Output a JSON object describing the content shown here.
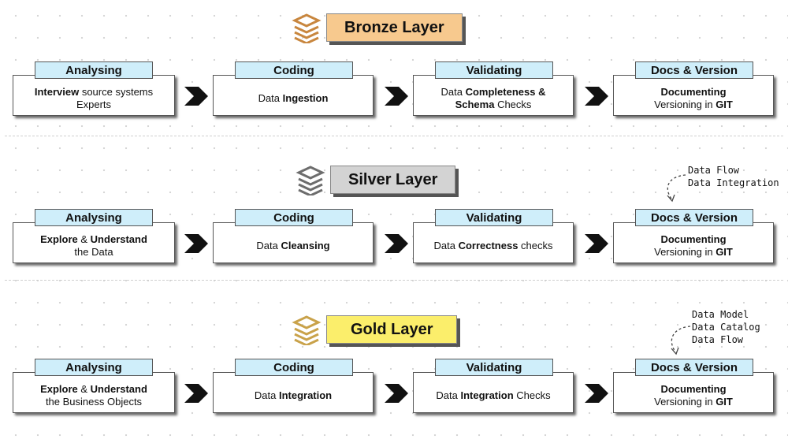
{
  "layers": [
    {
      "title": "Bronze Layer",
      "color": "#f7c98e",
      "icon_color": "#c8863e",
      "steps": [
        {
          "tag": "Analysing",
          "parts": [
            {
              "b": "Interview"
            },
            {
              "t": " source systems"
            }
          ],
          "parts2": [
            {
              "t": "Experts"
            }
          ]
        },
        {
          "tag": "Coding",
          "parts": [
            {
              "t": "Data "
            },
            {
              "b": "Ingestion"
            }
          ],
          "parts2": []
        },
        {
          "tag": "Validating",
          "parts": [
            {
              "t": "Data "
            },
            {
              "b": "Completeness &"
            }
          ],
          "parts2": [
            {
              "b": "Schema"
            },
            {
              "t": " Checks"
            }
          ]
        },
        {
          "tag": "Docs & Version",
          "parts": [
            {
              "b": "Documenting"
            }
          ],
          "parts2": [
            {
              "t": "Versioning in "
            },
            {
              "b": "GIT"
            }
          ]
        }
      ]
    },
    {
      "title": "Silver Layer",
      "color": "#d3d3d3",
      "icon_color": "#6d6d6d",
      "note": [
        "Data Flow",
        "Data Integration"
      ],
      "steps": [
        {
          "tag": "Analysing",
          "parts": [
            {
              "b": "Explore"
            },
            {
              "t": " & "
            },
            {
              "b": "Understand"
            }
          ],
          "parts2": [
            {
              "t": "the Data"
            }
          ]
        },
        {
          "tag": "Coding",
          "parts": [
            {
              "t": "Data "
            },
            {
              "b": "Cleansing"
            }
          ],
          "parts2": []
        },
        {
          "tag": "Validating",
          "parts": [
            {
              "t": "Data "
            },
            {
              "b": "Correctness"
            },
            {
              "t": " checks"
            }
          ],
          "parts2": []
        },
        {
          "tag": "Docs & Version",
          "parts": [
            {
              "b": "Documenting"
            }
          ],
          "parts2": [
            {
              "t": "Versioning in "
            },
            {
              "b": "GIT"
            }
          ]
        }
      ]
    },
    {
      "title": "Gold Layer",
      "color": "#fbee6b",
      "icon_color": "#c9a24a",
      "note": [
        "Data Model",
        "Data Catalog",
        "Data Flow"
      ],
      "steps": [
        {
          "tag": "Analysing",
          "parts": [
            {
              "b": "Explore"
            },
            {
              "t": " & "
            },
            {
              "b": "Understand"
            }
          ],
          "parts2": [
            {
              "t": "the Business Objects"
            }
          ]
        },
        {
          "tag": "Coding",
          "parts": [
            {
              "t": "Data "
            },
            {
              "b": "Integration"
            }
          ],
          "parts2": []
        },
        {
          "tag": "Validating",
          "parts": [
            {
              "t": "Data "
            },
            {
              "b": "Integration"
            },
            {
              "t": " Checks"
            }
          ],
          "parts2": []
        },
        {
          "tag": "Docs & Version",
          "parts": [
            {
              "b": "Documenting"
            }
          ],
          "parts2": [
            {
              "t": "Versioning in "
            },
            {
              "b": "GIT"
            }
          ]
        }
      ]
    }
  ]
}
